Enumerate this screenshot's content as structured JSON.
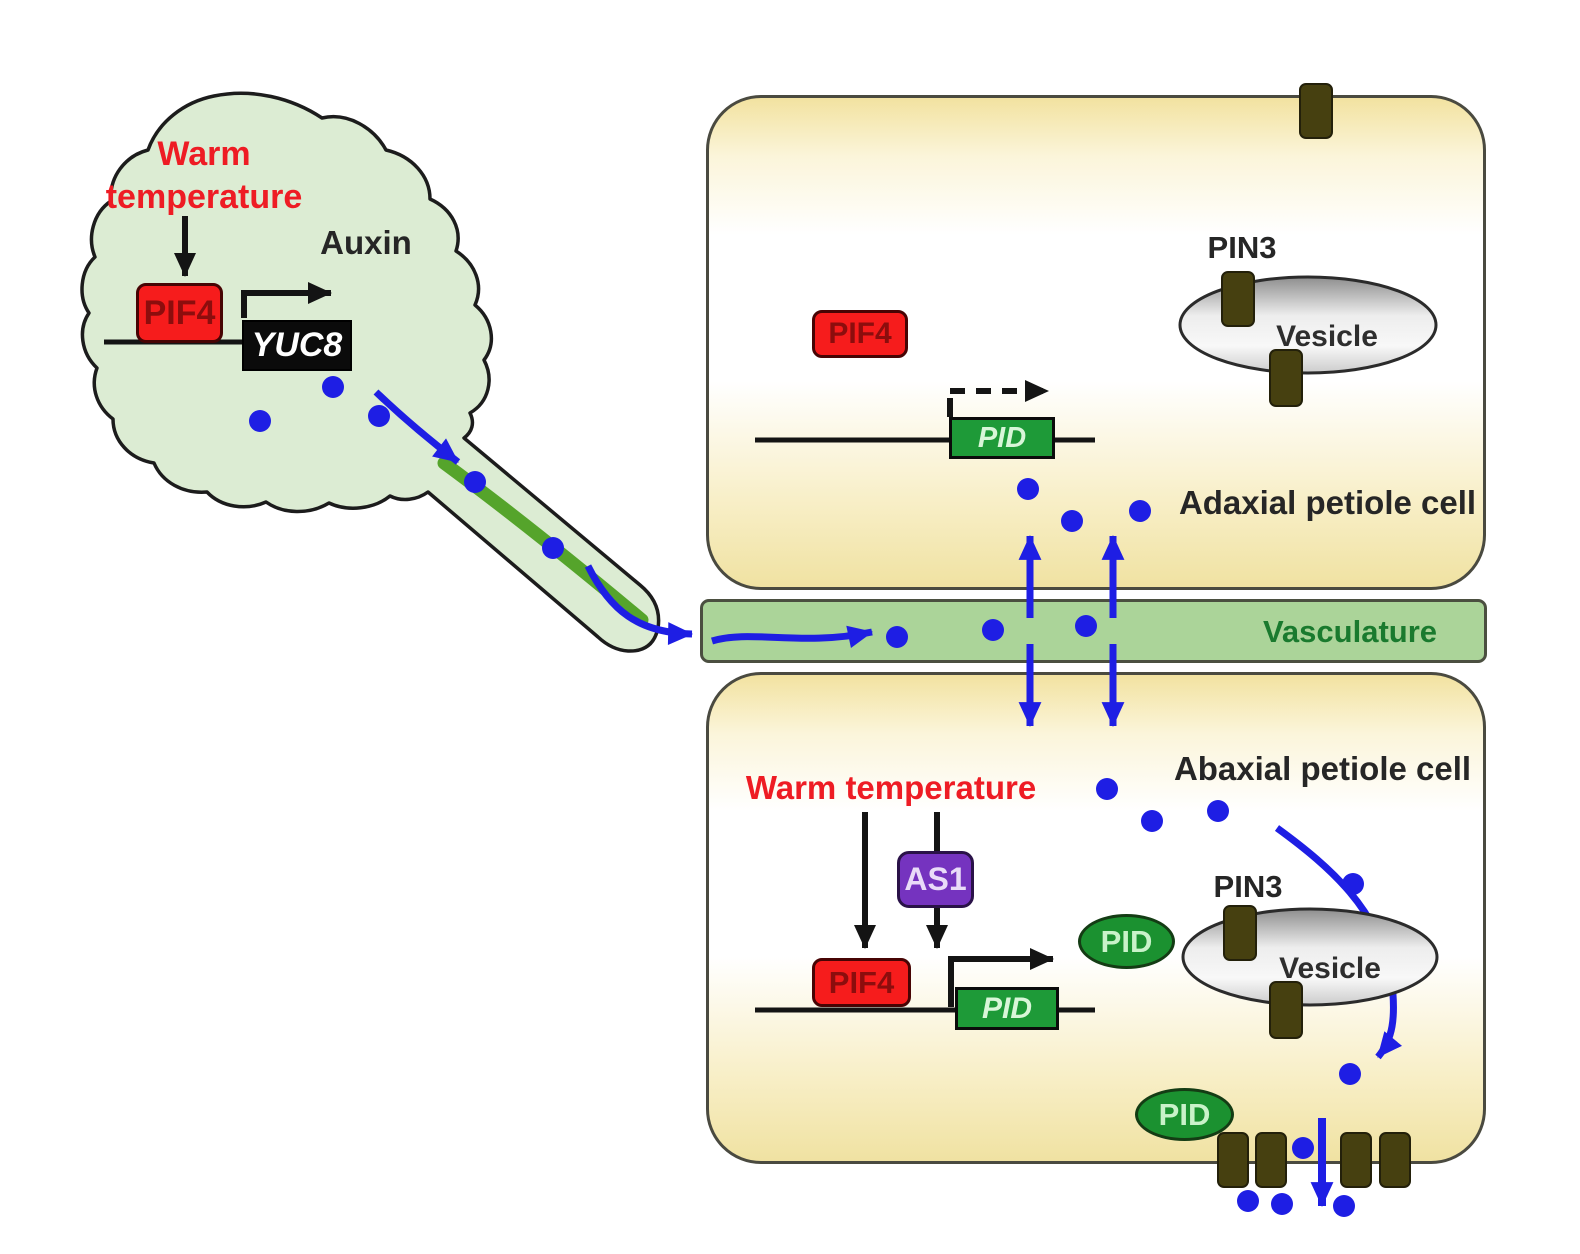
{
  "leaf": {
    "warm_line1": "Warm",
    "warm_line2": "temperature",
    "auxin": "Auxin",
    "pif4": "PIF4",
    "yuc8": "YUC8"
  },
  "adaxial": {
    "name": "Adaxial petiole cell",
    "pif4": "PIF4",
    "pid_gene": "PID",
    "pin3": "PIN3",
    "vesicle": "Vesicle"
  },
  "vasculature": {
    "label": "Vasculature"
  },
  "abaxial": {
    "name": "Abaxial petiole cell",
    "warm": "Warm temperature",
    "as1": "AS1",
    "pif4": "PIF4",
    "pid_gene": "PID",
    "pid_protein": "PID",
    "pid_protein_membrane": "PID",
    "pin3": "PIN3",
    "vesicle": "Vesicle"
  },
  "colors": {
    "auxin_dot_blue": "#1e1ee4",
    "warm_text_red": "#ee1c24",
    "pif4_red": "#f61c1c",
    "pid_green": "#1e9a38",
    "as1_purple": "#7533bf",
    "pin3_olive": "#464010",
    "vesicle_gray": "#ededed",
    "leaf_green": "#dcecd3",
    "vasculature_green": "#abd499",
    "strand_green": "#55a42b"
  }
}
